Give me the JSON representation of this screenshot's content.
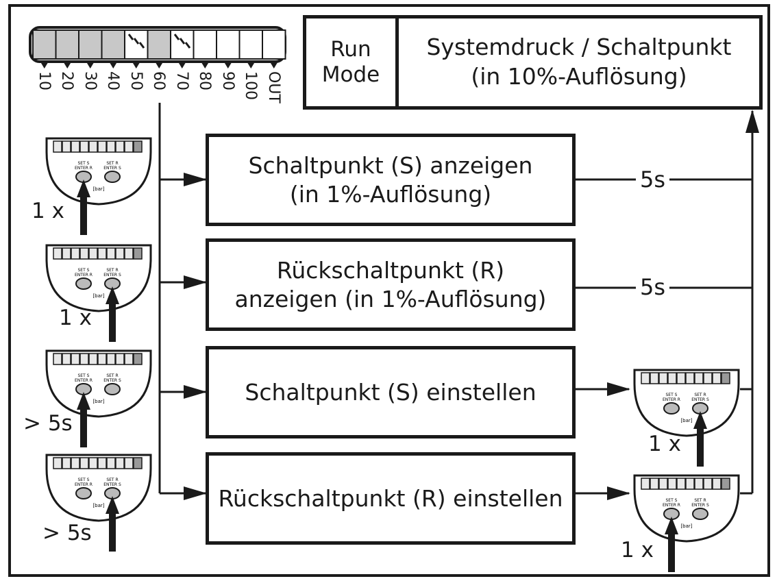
{
  "header": {
    "run_mode_line1": "Run",
    "run_mode_line2": "Mode",
    "system_line1": "Systemdruck / Schaltpunkt",
    "system_line2": "(in 10%-Auflösung)"
  },
  "scale": {
    "labels": [
      "10",
      "20",
      "30",
      "40",
      "50",
      "60",
      "70",
      "80",
      "90",
      "100",
      "OUT"
    ]
  },
  "steps": [
    {
      "line1": "Schaltpunkt (S) anzeigen",
      "line2": "(in 1%-Auflösung)",
      "press": "1 x",
      "delay": "5s"
    },
    {
      "line1": "Rückschaltpunkt (R)",
      "line2": "anzeigen (in 1%-Auflösung)",
      "press": "1 x",
      "delay": "5s"
    },
    {
      "line1": "Schaltpunkt (S) einstellen",
      "press": "> 5s",
      "confirm_press": "1 x"
    },
    {
      "line1": "Rückschaltpunkt (R) einstellen",
      "press": "> 5s",
      "confirm_press": "1 x"
    }
  ],
  "device": {
    "button_left_line1": "SET S",
    "button_left_line2": "ENTER R",
    "button_right_line1": "SET R",
    "button_right_line2": "ENTER S",
    "unit": "[bar]"
  }
}
